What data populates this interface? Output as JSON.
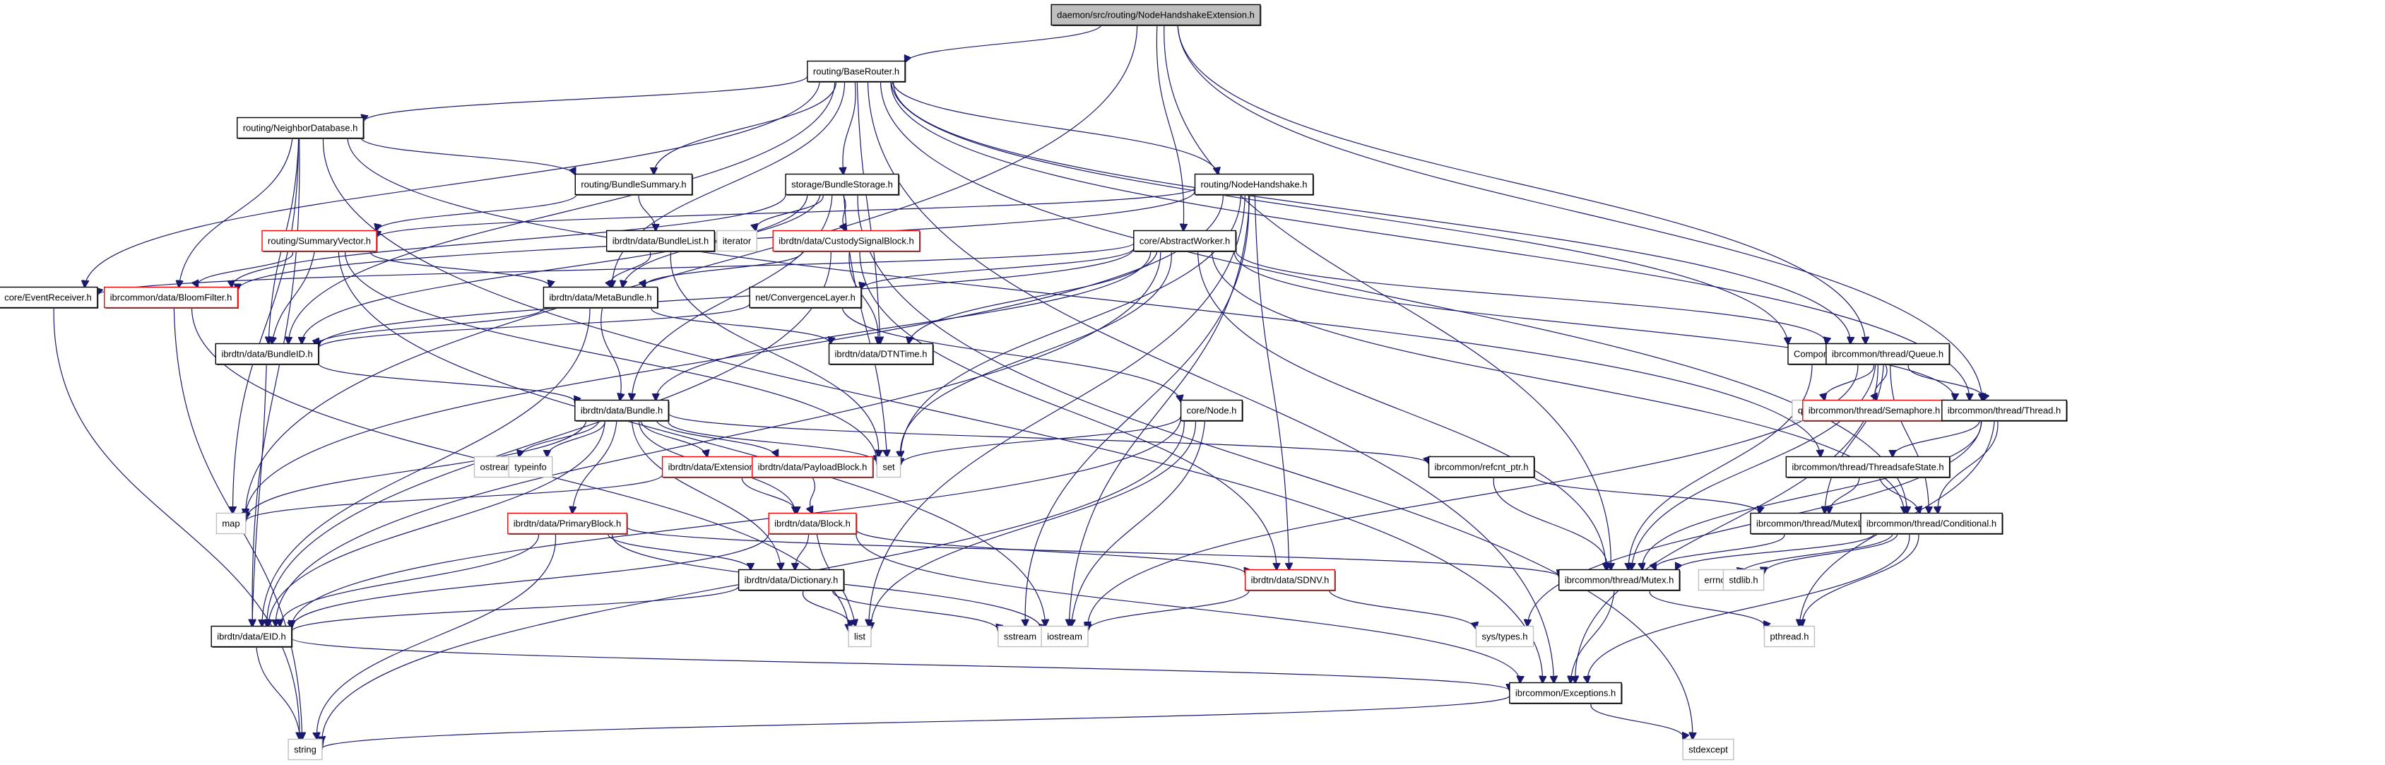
{
  "diagram": {
    "type": "include-dependency-graph",
    "root": "daemon/src/routing/NodeHandshakeExtension.h",
    "colors": {
      "edge": "#191970",
      "root_fill": "#bfbfbf",
      "node_border": "#000000",
      "truncated_border": "#ff0000",
      "system_border": "#bfbfbf",
      "node_fill": "#ffffff"
    },
    "legend_kinds": {
      "root": "file being documented",
      "normal": "documented header",
      "truncated": "header with hidden dependencies (red border)",
      "system": "system / external header (grey border)"
    },
    "nodes": [
      {
        "id": "root",
        "label": "daemon/src/routing/NodeHandshakeExtension.h",
        "kind": "root"
      },
      {
        "id": "baserouter",
        "label": "routing/BaseRouter.h",
        "kind": "normal"
      },
      {
        "id": "neighbordb",
        "label": "routing/NeighborDatabase.h",
        "kind": "normal"
      },
      {
        "id": "bundlesummary",
        "label": "routing/BundleSummary.h",
        "kind": "normal"
      },
      {
        "id": "bundlestorage",
        "label": "storage/BundleStorage.h",
        "kind": "normal"
      },
      {
        "id": "nodehandshake",
        "label": "routing/NodeHandshake.h",
        "kind": "normal"
      },
      {
        "id": "summaryvector",
        "label": "routing/SummaryVector.h",
        "kind": "truncated"
      },
      {
        "id": "bundlelist",
        "label": "ibrdtn/data/BundleList.h",
        "kind": "normal"
      },
      {
        "id": "iterator",
        "label": "iterator",
        "kind": "system"
      },
      {
        "id": "custodysignal",
        "label": "ibrdtn/data/CustodySignalBlock.h",
        "kind": "truncated"
      },
      {
        "id": "abstractworker",
        "label": "core/AbstractWorker.h",
        "kind": "normal"
      },
      {
        "id": "eventreceiver",
        "label": "core/EventReceiver.h",
        "kind": "normal"
      },
      {
        "id": "bloomfilter",
        "label": "ibrcommon/data/BloomFilter.h",
        "kind": "truncated"
      },
      {
        "id": "metabundle",
        "label": "ibrdtn/data/MetaBundle.h",
        "kind": "normal"
      },
      {
        "id": "convergence",
        "label": "net/ConvergenceLayer.h",
        "kind": "normal"
      },
      {
        "id": "bundleid",
        "label": "ibrdtn/data/BundleID.h",
        "kind": "normal"
      },
      {
        "id": "dtntime",
        "label": "ibrdtn/data/DTNTime.h",
        "kind": "normal"
      },
      {
        "id": "component",
        "label": "Component.h",
        "kind": "normal"
      },
      {
        "id": "queueh",
        "label": "ibrcommon/thread/Queue.h",
        "kind": "normal"
      },
      {
        "id": "bundle",
        "label": "ibrdtn/data/Bundle.h",
        "kind": "normal"
      },
      {
        "id": "node",
        "label": "core/Node.h",
        "kind": "normal"
      },
      {
        "id": "ostream",
        "label": "ostream",
        "kind": "system"
      },
      {
        "id": "typeinfo",
        "label": "typeinfo",
        "kind": "system"
      },
      {
        "id": "extensionblock",
        "label": "ibrdtn/data/ExtensionBlock.h",
        "kind": "truncated"
      },
      {
        "id": "payloadblock",
        "label": "ibrdtn/data/PayloadBlock.h",
        "kind": "truncated"
      },
      {
        "id": "set",
        "label": "set",
        "kind": "system"
      },
      {
        "id": "refcnt",
        "label": "ibrcommon/refcnt_ptr.h",
        "kind": "normal"
      },
      {
        "id": "queue",
        "label": "queue",
        "kind": "system"
      },
      {
        "id": "semaphore",
        "label": "ibrcommon/thread/Semaphore.h",
        "kind": "truncated"
      },
      {
        "id": "thread",
        "label": "ibrcommon/thread/Thread.h",
        "kind": "normal"
      },
      {
        "id": "map",
        "label": "map",
        "kind": "system"
      },
      {
        "id": "primaryblock",
        "label": "ibrdtn/data/PrimaryBlock.h",
        "kind": "truncated"
      },
      {
        "id": "block",
        "label": "ibrdtn/data/Block.h",
        "kind": "truncated"
      },
      {
        "id": "threadsafestate",
        "label": "ibrcommon/thread/ThreadsafeState.h",
        "kind": "normal"
      },
      {
        "id": "dictionary",
        "label": "ibrdtn/data/Dictionary.h",
        "kind": "normal"
      },
      {
        "id": "sdnv",
        "label": "ibrdtn/data/SDNV.h",
        "kind": "truncated"
      },
      {
        "id": "mutexlock",
        "label": "ibrcommon/thread/MutexLock.h",
        "kind": "normal"
      },
      {
        "id": "conditional",
        "label": "ibrcommon/thread/Conditional.h",
        "kind": "normal"
      },
      {
        "id": "mutex",
        "label": "ibrcommon/thread/Mutex.h",
        "kind": "normal"
      },
      {
        "id": "errno",
        "label": "errno.h",
        "kind": "system"
      },
      {
        "id": "stdlib",
        "label": "stdlib.h",
        "kind": "system"
      },
      {
        "id": "eid",
        "label": "ibrdtn/data/EID.h",
        "kind": "normal"
      },
      {
        "id": "list",
        "label": "list",
        "kind": "system"
      },
      {
        "id": "sstream",
        "label": "sstream",
        "kind": "system"
      },
      {
        "id": "iostream",
        "label": "iostream",
        "kind": "system"
      },
      {
        "id": "systypes",
        "label": "sys/types.h",
        "kind": "system"
      },
      {
        "id": "pthread",
        "label": "pthread.h",
        "kind": "system"
      },
      {
        "id": "exceptions",
        "label": "ibrcommon/Exceptions.h",
        "kind": "normal"
      },
      {
        "id": "string",
        "label": "string",
        "kind": "system"
      },
      {
        "id": "stdexcept",
        "label": "stdexcept",
        "kind": "system"
      }
    ],
    "edges": [
      [
        "root",
        "baserouter"
      ],
      [
        "root",
        "abstractworker"
      ],
      [
        "root",
        "map"
      ],
      [
        "root",
        "queueh"
      ],
      [
        "root",
        "thread"
      ],
      [
        "root",
        "mutex"
      ],
      [
        "baserouter",
        "neighbordb"
      ],
      [
        "baserouter",
        "bundlesummary"
      ],
      [
        "baserouter",
        "bundlestorage"
      ],
      [
        "baserouter",
        "nodehandshake"
      ],
      [
        "baserouter",
        "eventreceiver"
      ],
      [
        "baserouter",
        "bundleid"
      ],
      [
        "baserouter",
        "metabundle"
      ],
      [
        "baserouter",
        "dtntime"
      ],
      [
        "baserouter",
        "component"
      ],
      [
        "baserouter",
        "queueh"
      ],
      [
        "baserouter",
        "thread"
      ],
      [
        "baserouter",
        "conditional"
      ],
      [
        "baserouter",
        "exceptions"
      ],
      [
        "neighbordb",
        "bundlesummary"
      ],
      [
        "neighbordb",
        "bloomfilter"
      ],
      [
        "neighbordb",
        "bundleid"
      ],
      [
        "neighbordb",
        "map"
      ],
      [
        "neighbordb",
        "eid"
      ],
      [
        "neighbordb",
        "threadsafestate"
      ],
      [
        "neighbordb",
        "exceptions"
      ],
      [
        "bundlesummary",
        "summaryvector"
      ],
      [
        "bundlesummary",
        "bundlelist"
      ],
      [
        "bundlestorage",
        "iterator"
      ],
      [
        "bundlestorage",
        "custodysignal"
      ],
      [
        "bundlestorage",
        "metabundle"
      ],
      [
        "bundlestorage",
        "bundle"
      ],
      [
        "bundlestorage",
        "bundleid"
      ],
      [
        "bundlestorage",
        "bloomfilter"
      ],
      [
        "bundlestorage",
        "set"
      ],
      [
        "bundlestorage",
        "stdexcept"
      ],
      [
        "nodehandshake",
        "summaryvector"
      ],
      [
        "nodehandshake",
        "bloomfilter"
      ],
      [
        "nodehandshake",
        "sdnv"
      ],
      [
        "nodehandshake",
        "sstream"
      ],
      [
        "nodehandshake",
        "iostream"
      ],
      [
        "nodehandshake",
        "list"
      ],
      [
        "nodehandshake",
        "set"
      ],
      [
        "nodehandshake",
        "map"
      ],
      [
        "summaryvector",
        "bloomfilter"
      ],
      [
        "summaryvector",
        "bundleid"
      ],
      [
        "summaryvector",
        "metabundle"
      ],
      [
        "summaryvector",
        "set"
      ],
      [
        "summaryvector",
        "iostream"
      ],
      [
        "bundlelist",
        "metabundle"
      ],
      [
        "bundlelist",
        "set"
      ],
      [
        "custodysignal",
        "dtntime"
      ],
      [
        "custodysignal",
        "sdnv"
      ],
      [
        "custodysignal",
        "eid"
      ],
      [
        "custodysignal",
        "metabundle"
      ],
      [
        "abstractworker",
        "eventreceiver"
      ],
      [
        "abstractworker",
        "convergence"
      ],
      [
        "abstractworker",
        "bundle"
      ],
      [
        "abstractworker",
        "eid"
      ],
      [
        "abstractworker",
        "set"
      ],
      [
        "abstractworker",
        "queueh"
      ],
      [
        "abstractworker",
        "thread"
      ],
      [
        "abstractworker",
        "mutex"
      ],
      [
        "abstractworker",
        "conditional"
      ],
      [
        "abstractworker",
        "bundleid"
      ],
      [
        "abstractworker",
        "dtntime"
      ],
      [
        "eventreceiver",
        "string"
      ],
      [
        "bloomfilter",
        "list"
      ],
      [
        "bloomfilter",
        "string"
      ],
      [
        "metabundle",
        "bundleid"
      ],
      [
        "metabundle",
        "bundle"
      ],
      [
        "metabundle",
        "dtntime"
      ],
      [
        "metabundle",
        "eid"
      ],
      [
        "convergence",
        "bundleid"
      ],
      [
        "convergence",
        "node"
      ],
      [
        "bundleid",
        "bundle"
      ],
      [
        "bundleid",
        "eid"
      ],
      [
        "component",
        "mutex"
      ],
      [
        "queueh",
        "queue"
      ],
      [
        "queueh",
        "semaphore"
      ],
      [
        "queueh",
        "thread"
      ],
      [
        "queueh",
        "mutexlock"
      ],
      [
        "queueh",
        "conditional"
      ],
      [
        "queueh",
        "exceptions"
      ],
      [
        "queueh",
        "iostream"
      ],
      [
        "queueh",
        "mutex"
      ],
      [
        "bundle",
        "ostream"
      ],
      [
        "bundle",
        "typeinfo"
      ],
      [
        "bundle",
        "extensionblock"
      ],
      [
        "bundle",
        "payloadblock"
      ],
      [
        "bundle",
        "set"
      ],
      [
        "bundle",
        "primaryblock"
      ],
      [
        "bundle",
        "block"
      ],
      [
        "bundle",
        "dictionary"
      ],
      [
        "bundle",
        "refcnt"
      ],
      [
        "bundle",
        "map"
      ],
      [
        "bundle",
        "eid"
      ],
      [
        "node",
        "set"
      ],
      [
        "node",
        "list"
      ],
      [
        "node",
        "string"
      ],
      [
        "node",
        "iostream"
      ],
      [
        "node",
        "eid"
      ],
      [
        "extensionblock",
        "block"
      ],
      [
        "extensionblock",
        "map"
      ],
      [
        "payloadblock",
        "block"
      ],
      [
        "refcnt",
        "mutex"
      ],
      [
        "refcnt",
        "mutexlock"
      ],
      [
        "thread",
        "threadsafestate"
      ],
      [
        "thread",
        "conditional"
      ],
      [
        "thread",
        "mutex"
      ],
      [
        "thread",
        "pthread"
      ],
      [
        "thread",
        "systypes"
      ],
      [
        "primaryblock",
        "dictionary"
      ],
      [
        "primaryblock",
        "eid"
      ],
      [
        "primaryblock",
        "string"
      ],
      [
        "primaryblock",
        "iostream"
      ],
      [
        "primaryblock",
        "mutex"
      ],
      [
        "block",
        "dictionary"
      ],
      [
        "block",
        "eid"
      ],
      [
        "block",
        "list"
      ],
      [
        "block",
        "sdnv"
      ],
      [
        "block",
        "exceptions"
      ],
      [
        "threadsafestate",
        "mutexlock"
      ],
      [
        "threadsafestate",
        "conditional"
      ],
      [
        "dictionary",
        "eid"
      ],
      [
        "dictionary",
        "list"
      ],
      [
        "dictionary",
        "sstream"
      ],
      [
        "sdnv",
        "iostream"
      ],
      [
        "sdnv",
        "systypes"
      ],
      [
        "mutexlock",
        "mutex"
      ],
      [
        "conditional",
        "mutex"
      ],
      [
        "conditional",
        "errno"
      ],
      [
        "conditional",
        "stdlib"
      ],
      [
        "conditional",
        "pthread"
      ],
      [
        "conditional",
        "exceptions"
      ],
      [
        "mutex",
        "pthread"
      ],
      [
        "mutex",
        "exceptions"
      ],
      [
        "eid",
        "exceptions"
      ],
      [
        "eid",
        "string"
      ],
      [
        "exceptions",
        "string"
      ],
      [
        "exceptions",
        "stdexcept"
      ]
    ]
  }
}
